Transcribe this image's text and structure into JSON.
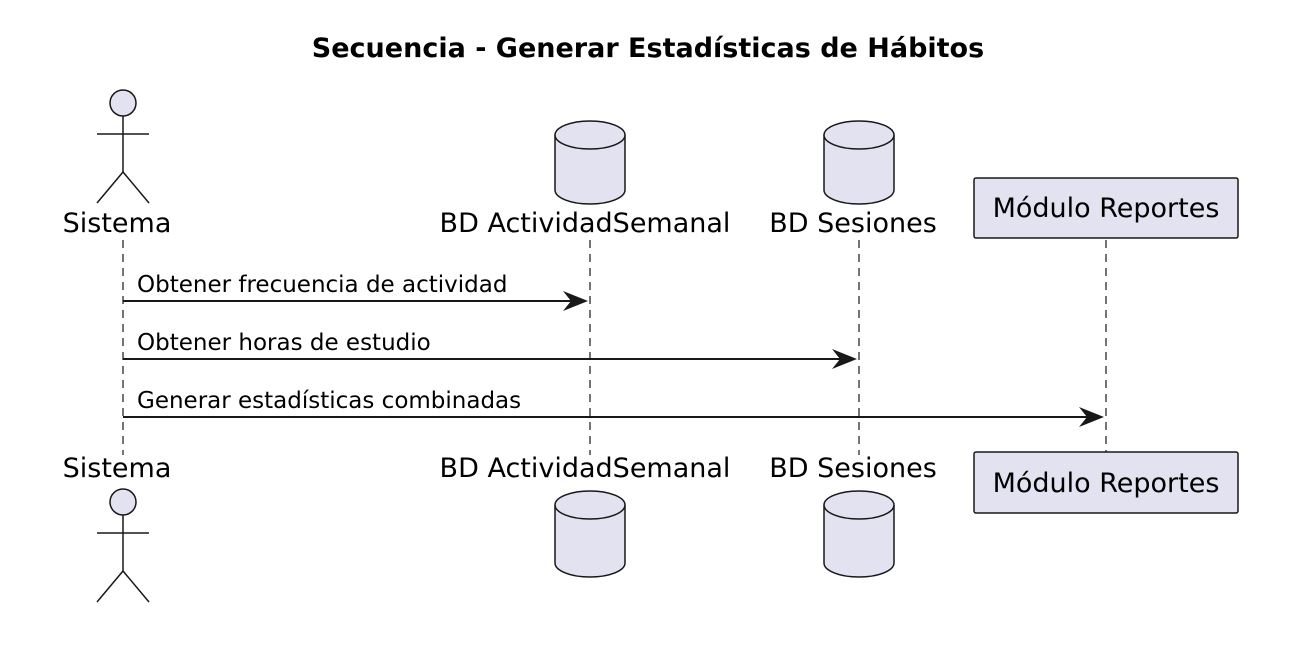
{
  "title": "Secuencia - Generar Estadísticas de Hábitos",
  "colors": {
    "participant_fill": "#e2e2f0",
    "stroke": "#181818",
    "background": "#ffffff"
  },
  "participants": [
    {
      "id": "sistema",
      "label": "Sistema",
      "kind": "actor"
    },
    {
      "id": "bd-actividad",
      "label": "BD ActividadSemanal",
      "kind": "database"
    },
    {
      "id": "bd-sesiones",
      "label": "BD Sesiones",
      "kind": "database"
    },
    {
      "id": "modulo-reportes",
      "label": "Módulo Reportes",
      "kind": "participant"
    }
  ],
  "messages": [
    {
      "from": "Sistema",
      "to": "BD ActividadSemanal",
      "text": "Obtener frecuencia de actividad"
    },
    {
      "from": "Sistema",
      "to": "BD Sesiones",
      "text": "Obtener horas de estudio"
    },
    {
      "from": "Sistema",
      "to": "Módulo Reportes",
      "text": "Generar estadísticas combinadas"
    }
  ]
}
